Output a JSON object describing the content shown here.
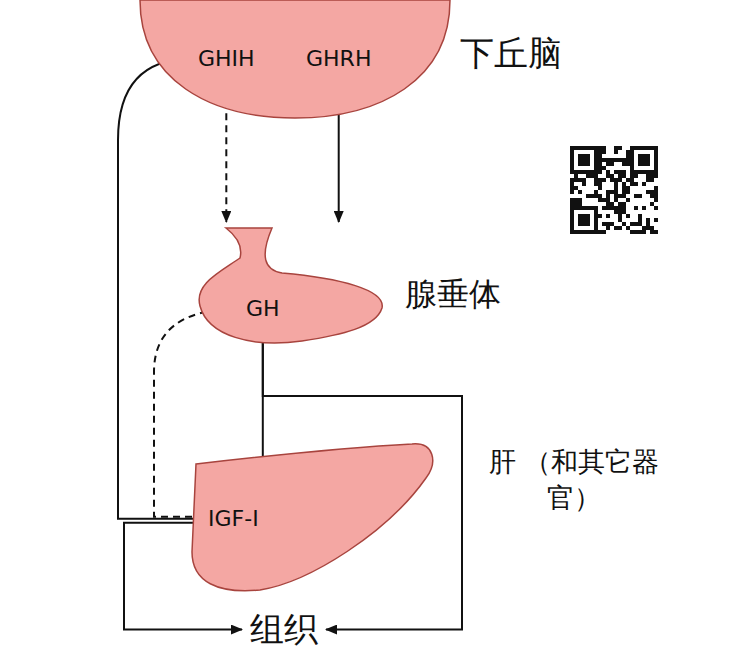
{
  "diagram": {
    "nodes": [
      {
        "text": [
          "下丘脑"
        ]
      },
      {
        "text": [
          "GHIH"
        ],
        "in": 0
      },
      {
        "text": [
          "GHRH"
        ],
        "in": 0
      },
      {
        "text": [
          "腺垂体"
        ]
      },
      {
        "text": [
          "GH"
        ],
        "in": 3
      },
      {
        "text": [
          "肝 （和其它器官）"
        ]
      },
      {
        "text": [
          "IGF-I"
        ],
        "in": 5
      },
      {
        "text": [
          "组织"
        ]
      }
    ],
    "edges": [
      {
        "from": 1,
        "to": 4,
        "arrow": "to"
      },
      {
        "from": 2,
        "to": 4,
        "arrow": "to"
      },
      {
        "from": 4,
        "to": 6,
        "arrow": "to"
      },
      {
        "from": 4,
        "to": 7,
        "arrow": "to"
      },
      {
        "from": 6,
        "to": 1,
        "arrow": "to"
      },
      {
        "from": 6,
        "to": 4,
        "arrow": "to"
      },
      {
        "from": 6,
        "to": 7,
        "arrow": "to"
      }
    ]
  }
}
